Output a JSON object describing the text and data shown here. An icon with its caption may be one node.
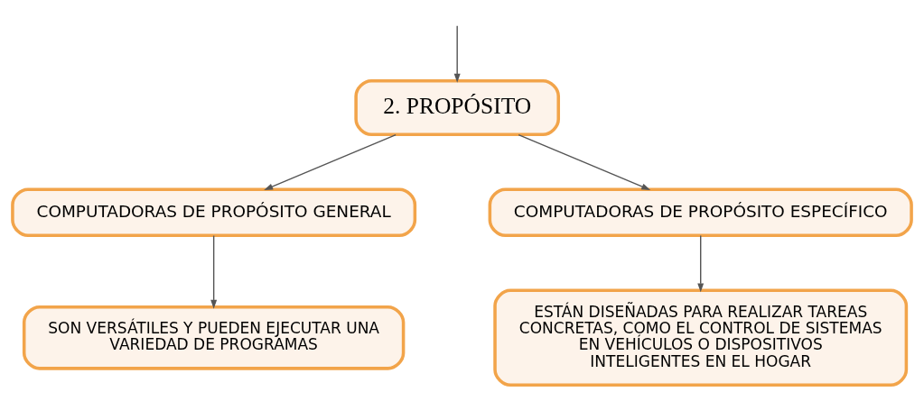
{
  "diagram": {
    "nodes": [
      {
        "text": [
          "2. PROPÓSITO"
        ]
      },
      {
        "text": [
          "COMPUTADORAS DE PROPÓSITO GENERAL"
        ]
      },
      {
        "text": [
          "COMPUTADORAS DE PROPÓSITO ESPECÍFICO"
        ]
      },
      {
        "text": [
          "SON VERSÁTILES Y PUEDEN EJECUTAR UNA VARIEDAD DE PROGRAMAS"
        ]
      },
      {
        "text": [
          "ESTÁN DISEÑADAS PARA REALIZAR TAREAS CONCRETAS, COMO EL CONTROL DE SISTEMAS EN VEHÍCULOS O DISPOSITIVOS INTELIGENTES EN EL HOGAR"
        ]
      }
    ],
    "edges": [
      {
        "from": null,
        "to": 0,
        "arrow": "to"
      },
      {
        "from": 0,
        "to": 1,
        "arrow": "to"
      },
      {
        "from": 0,
        "to": 2,
        "arrow": "to"
      },
      {
        "from": 1,
        "to": 3,
        "arrow": "to"
      },
      {
        "from": 2,
        "to": 4,
        "arrow": "to"
      }
    ]
  }
}
